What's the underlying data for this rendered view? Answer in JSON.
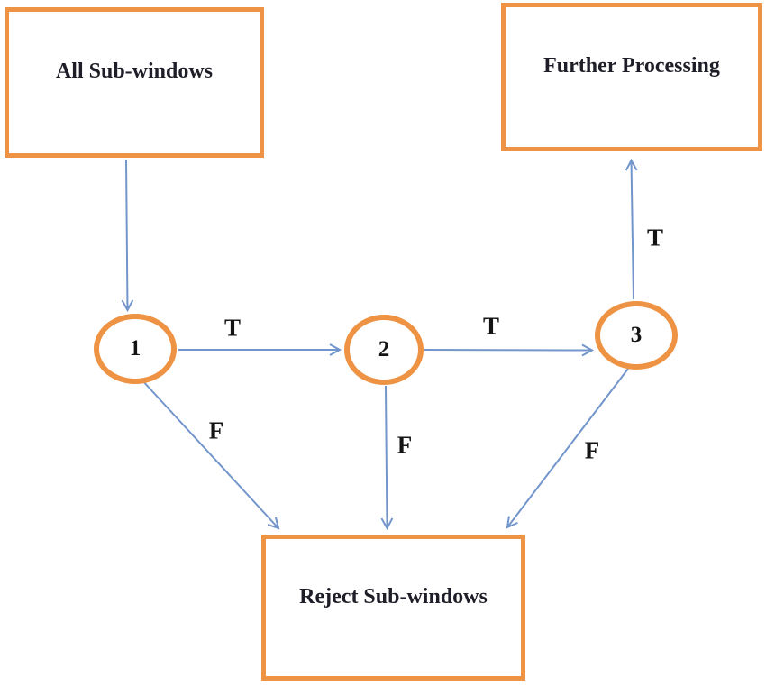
{
  "diagram": {
    "colors": {
      "shape_border": "#EE9343",
      "arrow": "#7295CB",
      "text": "#1E1E28"
    },
    "boxes": {
      "all_subwindows": {
        "label": "All Sub-windows"
      },
      "further_processing": {
        "label": "Further Processing"
      },
      "reject_subwindows": {
        "label": "Reject Sub-windows"
      }
    },
    "nodes": {
      "stage1": {
        "label": "1"
      },
      "stage2": {
        "label": "2"
      },
      "stage3": {
        "label": "3"
      }
    },
    "edge_labels": {
      "stage1_to_stage2": "T",
      "stage2_to_stage3": "T",
      "stage3_to_further": "T",
      "stage1_to_reject": "F",
      "stage2_to_reject": "F",
      "stage3_to_reject": "F"
    }
  }
}
